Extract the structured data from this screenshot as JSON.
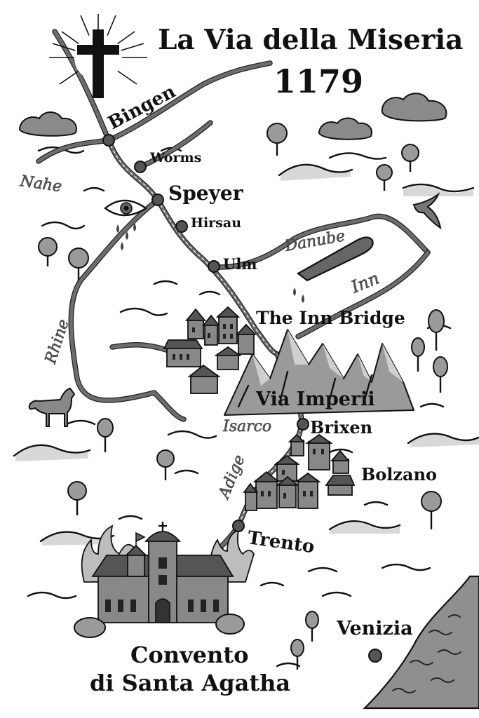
{
  "title": {
    "line1": "La Via della Miseria",
    "year": "1179"
  },
  "places": {
    "bingen": "Bingen",
    "worms": "Worms",
    "speyer": "Speyer",
    "hirsau": "Hirsau",
    "ulm": "Ulm",
    "inn_bridge": "The Inn Bridge",
    "via_imperii": "Via Imperii",
    "brixen": "Brixen",
    "bolzano": "Bolzano",
    "trento": "Trento",
    "venizia": "Venizia",
    "convent_line1": "Convento",
    "convent_line2": "di Santa Agatha"
  },
  "rivers": {
    "nahe": "Nahe",
    "rhine": "Rhine",
    "danube": "Danube",
    "inn": "Inn",
    "isarco": "Isarco",
    "adige": "Adige"
  },
  "colors": {
    "ink": "#111111",
    "river": "#6d6d6d",
    "paper": "#ffffff",
    "fill_mid": "#8a8a8a"
  },
  "icons": [
    "cross-icon",
    "eye-icon",
    "tear-icon",
    "bird-icon",
    "goat-icon",
    "tree-icon",
    "cloud-icon",
    "mountain-icon",
    "city-dot-icon",
    "flame-icon",
    "broken-bottle-icon"
  ]
}
